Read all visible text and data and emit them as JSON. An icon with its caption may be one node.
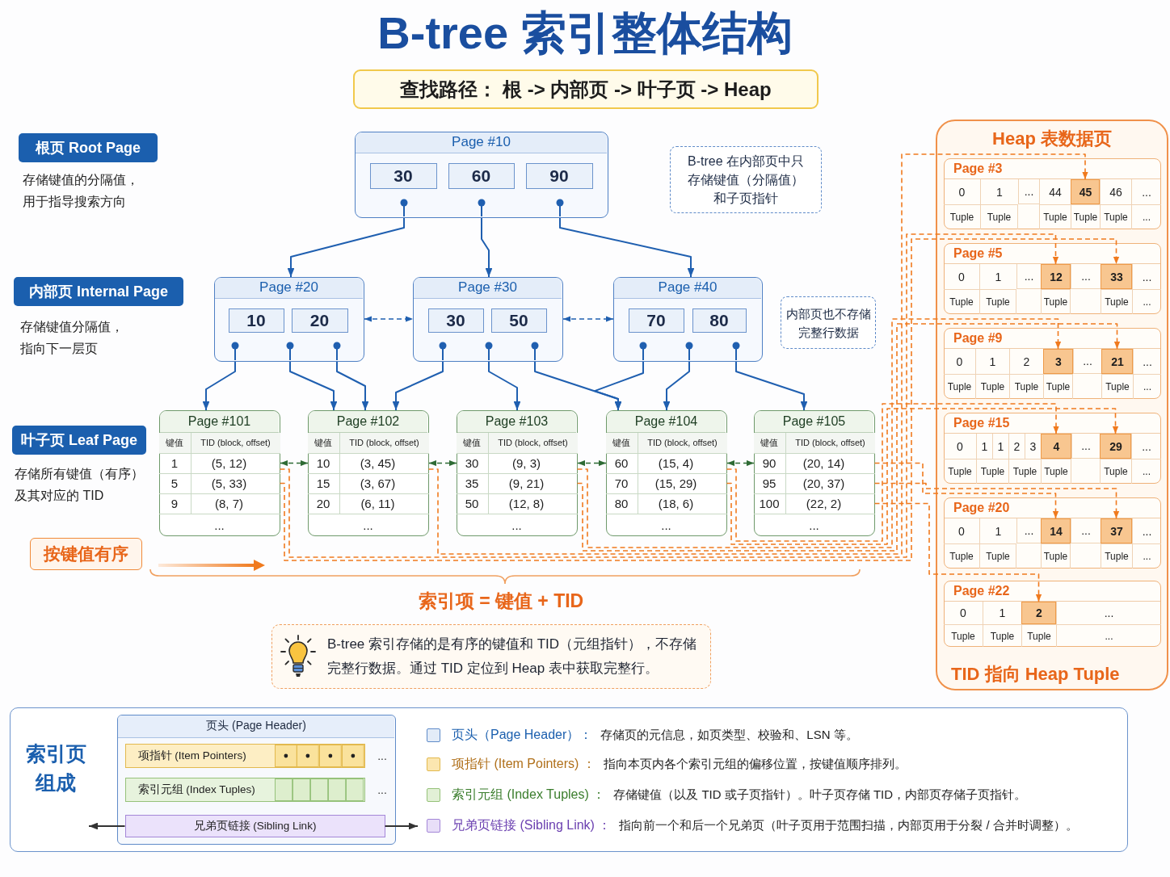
{
  "diagram": {
    "title": "B-tree 索引整体结构",
    "nodes": [
      {
        "text": [
          "查找路径： 根 -> 内部页 -> 叶子页 -> Heap"
        ]
      },
      {
        "text": [
          "根页 Root Page"
        ],
        "beside": [
          "存储键值的分隔值，用于指导搜索方向"
        ]
      },
      {
        "text": [
          "Page #10"
        ]
      },
      {
        "text": [
          "30"
        ],
        "in": 2
      },
      {
        "text": [
          "60"
        ],
        "in": 2
      },
      {
        "text": [
          "90"
        ],
        "in": 2
      },
      {
        "text": [
          "B-tree 在内部页中只存储键值（分隔值）和子页指针"
        ]
      },
      {
        "text": [
          "内部页 Internal Page"
        ],
        "beside": [
          "存储键值分隔值，指向下一层页"
        ]
      },
      {
        "text": [
          "Page #20"
        ]
      },
      {
        "text": [
          "10"
        ],
        "in": 8
      },
      {
        "text": [
          "20"
        ],
        "in": 8
      },
      {
        "text": [
          "Page #30"
        ]
      },
      {
        "text": [
          "30"
        ],
        "in": 11
      },
      {
        "text": [
          "50"
        ],
        "in": 11
      },
      {
        "text": [
          "Page #40"
        ]
      },
      {
        "text": [
          "70"
        ],
        "in": 14
      },
      {
        "text": [
          "80"
        ],
        "in": 14
      },
      {
        "text": [
          "内部页也不存储完整行数据"
        ]
      },
      {
        "text": [
          "叶子页 Leaf Page"
        ],
        "beside": [
          "存储所有键值（有序）及其对应的 TID"
        ]
      },
      {
        "text": [
          "Page #101"
        ]
      },
      {
        "text": [
          "键值"
        ],
        "in": 19
      },
      {
        "text": [
          "TID (block, offset)"
        ],
        "in": 19
      },
      {
        "text": [
          "1"
        ],
        "in": 19
      },
      {
        "text": [
          "(5, 12)"
        ],
        "in": 19
      },
      {
        "text": [
          "5"
        ],
        "in": 19
      },
      {
        "text": [
          "(5, 33)"
        ],
        "in": 19
      },
      {
        "text": [
          "9"
        ],
        "in": 19
      },
      {
        "text": [
          "(8, 7)"
        ],
        "in": 19
      },
      {
        "text": [
          "..."
        ],
        "in": 19
      },
      {
        "text": [
          "Page #102"
        ]
      },
      {
        "text": [
          "键值"
        ],
        "in": 29
      },
      {
        "text": [
          "TID (block, offset)"
        ],
        "in": 29
      },
      {
        "text": [
          "10"
        ],
        "in": 29
      },
      {
        "text": [
          "(3, 45)"
        ],
        "in": 29
      },
      {
        "text": [
          "15"
        ],
        "in": 29
      },
      {
        "text": [
          "(3, 67)"
        ],
        "in": 29
      },
      {
        "text": [
          "20"
        ],
        "in": 29
      },
      {
        "text": [
          "(6, 11)"
        ],
        "in": 29
      },
      {
        "text": [
          "..."
        ],
        "in": 29
      },
      {
        "text": [
          "Page #103"
        ]
      },
      {
        "text": [
          "键值"
        ],
        "in": 39
      },
      {
        "text": [
          "TID (block, offset)"
        ],
        "in": 39
      },
      {
        "text": [
          "30"
        ],
        "in": 39
      },
      {
        "text": [
          "(9, 3)"
        ],
        "in": 39
      },
      {
        "text": [
          "35"
        ],
        "in": 39
      },
      {
        "text": [
          "(9, 21)"
        ],
        "in": 39
      },
      {
        "text": [
          "50"
        ],
        "in": 39
      },
      {
        "text": [
          "(12, 8)"
        ],
        "in": 39
      },
      {
        "text": [
          "..."
        ],
        "in": 39
      },
      {
        "text": [
          "Page #104"
        ]
      },
      {
        "text": [
          "键值"
        ],
        "in": 49
      },
      {
        "text": [
          "TID (block, offset)"
        ],
        "in": 49
      },
      {
        "text": [
          "60"
        ],
        "in": 49
      },
      {
        "text": [
          "(15, 4)"
        ],
        "in": 49
      },
      {
        "text": [
          "70"
        ],
        "in": 49
      },
      {
        "text": [
          "(15, 29)"
        ],
        "in": 49
      },
      {
        "text": [
          "80"
        ],
        "in": 49
      },
      {
        "text": [
          "(18, 6)"
        ],
        "in": 49
      },
      {
        "text": [
          "..."
        ],
        "in": 49
      },
      {
        "text": [
          "Page #105"
        ]
      },
      {
        "text": [
          "键值"
        ],
        "in": 59
      },
      {
        "text": [
          "TID (block, offset)"
        ],
        "in": 59
      },
      {
        "text": [
          "90"
        ],
        "in": 59
      },
      {
        "text": [
          "(20, 14)"
        ],
        "in": 59
      },
      {
        "text": [
          "95"
        ],
        "in": 59
      },
      {
        "text": [
          "(20, 37)"
        ],
        "in": 59
      },
      {
        "text": [
          "100"
        ],
        "in": 59
      },
      {
        "text": [
          "(22, 2)"
        ],
        "in": 59
      },
      {
        "text": [
          "..."
        ],
        "in": 59
      },
      {
        "text": [
          "按键值有序"
        ]
      },
      {
        "text": [
          "B-tree 索引存储的是有序的键值和 TID（元组指针），不存储完整行数据。通过 TID 定位到 Heap 表中获取完整行。"
        ]
      },
      {
        "text": [
          "Heap 表数据页",
          "TID 指向 Heap Tuple"
        ]
      },
      {
        "text": [
          "Page #3"
        ],
        "in": 71
      },
      {
        "text": [
          "0"
        ],
        "in": 72
      },
      {
        "text": [
          "1"
        ],
        "in": 72
      },
      {
        "text": [
          "..."
        ],
        "in": 72
      },
      {
        "text": [
          "44"
        ],
        "in": 72
      },
      {
        "text": [
          "45"
        ],
        "in": 72
      },
      {
        "text": [
          "46"
        ],
        "in": 72
      },
      {
        "text": [
          "..."
        ],
        "in": 72
      },
      {
        "text": [
          "Tuple"
        ],
        "in": 72
      },
      {
        "text": [
          "Tuple"
        ],
        "in": 72
      },
      {
        "text": [
          "Tuple"
        ],
        "in": 72
      },
      {
        "text": [
          "Tuple"
        ],
        "in": 72
      },
      {
        "text": [
          "Tuple"
        ],
        "in": 72
      },
      {
        "text": [
          "..."
        ],
        "in": 72
      },
      {
        "text": [
          "Page #5"
        ],
        "in": 71
      },
      {
        "text": [
          "0"
        ],
        "in": 86
      },
      {
        "text": [
          "1"
        ],
        "in": 86
      },
      {
        "text": [
          "..."
        ],
        "in": 86
      },
      {
        "text": [
          "12"
        ],
        "in": 86
      },
      {
        "text": [
          "..."
        ],
        "in": 86
      },
      {
        "text": [
          "33"
        ],
        "in": 86
      },
      {
        "text": [
          "..."
        ],
        "in": 86
      },
      {
        "text": [
          "Tuple"
        ],
        "in": 86
      },
      {
        "text": [
          "Tuple"
        ],
        "in": 86
      },
      {
        "text": [
          "Tuple"
        ],
        "in": 86
      },
      {
        "text": [
          "Tuple"
        ],
        "in": 86
      },
      {
        "text": [
          "..."
        ],
        "in": 86
      },
      {
        "text": [
          "Page #9"
        ],
        "in": 71
      },
      {
        "text": [
          "0"
        ],
        "in": 99
      },
      {
        "text": [
          "1"
        ],
        "in": 99
      },
      {
        "text": [
          "2"
        ],
        "in": 99
      },
      {
        "text": [
          "3"
        ],
        "in": 99
      },
      {
        "text": [
          "..."
        ],
        "in": 99
      },
      {
        "text": [
          "21"
        ],
        "in": 99
      },
      {
        "text": [
          "..."
        ],
        "in": 99
      },
      {
        "text": [
          "Tuple"
        ],
        "in": 99
      },
      {
        "text": [
          "Tuple"
        ],
        "in": 99
      },
      {
        "text": [
          "Tuple"
        ],
        "in": 99
      },
      {
        "text": [
          "Tuple"
        ],
        "in": 99
      },
      {
        "text": [
          "Tuple"
        ],
        "in": 99
      },
      {
        "text": [
          "..."
        ],
        "in": 99
      },
      {
        "text": [
          "Page #15"
        ],
        "in": 71
      },
      {
        "text": [
          "0"
        ],
        "in": 113
      },
      {
        "text": [
          "1"
        ],
        "in": 113
      },
      {
        "text": [
          "1"
        ],
        "in": 113
      },
      {
        "text": [
          "2"
        ],
        "in": 113
      },
      {
        "text": [
          "3"
        ],
        "in": 113
      },
      {
        "text": [
          "4"
        ],
        "in": 113
      },
      {
        "text": [
          "..."
        ],
        "in": 113
      },
      {
        "text": [
          "29"
        ],
        "in": 113
      },
      {
        "text": [
          "..."
        ],
        "in": 113
      },
      {
        "text": [
          "Tuple"
        ],
        "in": 113
      },
      {
        "text": [
          "Tuple"
        ],
        "in": 113
      },
      {
        "text": [
          "Tuple"
        ],
        "in": 113
      },
      {
        "text": [
          "Tuple"
        ],
        "in": 113
      },
      {
        "text": [
          "Tuple"
        ],
        "in": 113
      },
      {
        "text": [
          "..."
        ],
        "in": 113
      },
      {
        "text": [
          "Page #20"
        ],
        "in": 71
      },
      {
        "text": [
          "0"
        ],
        "in": 129
      },
      {
        "text": [
          "1"
        ],
        "in": 129
      },
      {
        "text": [
          "..."
        ],
        "in": 129
      },
      {
        "text": [
          "14"
        ],
        "in": 129
      },
      {
        "text": [
          "..."
        ],
        "in": 129
      },
      {
        "text": [
          "37"
        ],
        "in": 129
      },
      {
        "text": [
          "..."
        ],
        "in": 129
      },
      {
        "text": [
          "Tuple"
        ],
        "in": 129
      },
      {
        "text": [
          "Tuple"
        ],
        "in": 129
      },
      {
        "text": [
          "Tuple"
        ],
        "in": 129
      },
      {
        "text": [
          "Tuple"
        ],
        "in": 129
      },
      {
        "text": [
          "..."
        ],
        "in": 129
      },
      {
        "text": [
          "Page #22"
        ],
        "in": 71
      },
      {
        "text": [
          "0"
        ],
        "in": 142
      },
      {
        "text": [
          "1"
        ],
        "in": 142
      },
      {
        "text": [
          "2"
        ],
        "in": 142
      },
      {
        "text": [
          "..."
        ],
        "in": 142
      },
      {
        "text": [
          "Tuple"
        ],
        "in": 142
      },
      {
        "text": [
          "Tuple"
        ],
        "in": 142
      },
      {
        "text": [
          "Tuple"
        ],
        "in": 142
      },
      {
        "text": [
          "..."
        ],
        "in": 142
      },
      {
        "text": [
          "页头 (Page Header)"
        ]
      },
      {
        "text": [
          "项指针 (Item Pointers)"
        ],
        "in": 151,
        "beside": [
          "..."
        ]
      },
      {
        "text": [
          "索引元组 (Index Tuples)"
        ],
        "in": 151,
        "beside": [
          "..."
        ]
      },
      {
        "text": [
          "兄弟页链接 (Sibling Link)"
        ],
        "in": 151
      }
    ],
    "edges": [
      {
        "from": 2,
        "to": 8,
        "arrow": "to"
      },
      {
        "from": 2,
        "to": 11,
        "arrow": "to"
      },
      {
        "from": 2,
        "to": 14,
        "arrow": "to"
      },
      {
        "from": 8,
        "to": 19,
        "arrow": "to"
      },
      {
        "from": 8,
        "to": 29,
        "arrow": "to"
      },
      {
        "from": 8,
        "to": 29,
        "arrow": "to"
      },
      {
        "from": 11,
        "to": 29,
        "arrow": "to"
      },
      {
        "from": 11,
        "to": 39,
        "arrow": "to"
      },
      {
        "from": 11,
        "to": 49,
        "arrow": "to"
      },
      {
        "from": 14,
        "to": 49,
        "arrow": "to"
      },
      {
        "from": 14,
        "to": 49,
        "arrow": "to"
      },
      {
        "from": 14,
        "to": 59,
        "arrow": "to"
      },
      {
        "from": 8,
        "to": 11,
        "arrow": "both",
        "style": "dashed"
      },
      {
        "from": 11,
        "to": 14,
        "arrow": "both",
        "style": "dashed"
      },
      {
        "from": 19,
        "to": 29,
        "arrow": "both",
        "style": "dashed",
        "color": "#2e6b34"
      },
      {
        "from": 29,
        "to": 39,
        "arrow": "both",
        "style": "dashed",
        "color": "#2e6b34"
      },
      {
        "from": 39,
        "to": 49,
        "arrow": "both",
        "style": "dashed",
        "color": "#2e6b34"
      },
      {
        "from": 49,
        "to": 59,
        "arrow": "both",
        "style": "dashed",
        "color": "#2e6b34"
      },
      {
        "from": 23,
        "to": 90,
        "arrow": "to",
        "style": "dashed",
        "color": "#f07a1e"
      },
      {
        "from": 25,
        "to": 92,
        "arrow": "to",
        "style": "dashed",
        "color": "#f07a1e"
      },
      {
        "from": 33,
        "to": 77,
        "arrow": "to",
        "style": "dashed",
        "color": "#f07a1e"
      },
      {
        "from": 43,
        "to": 103,
        "arrow": "to",
        "style": "dashed",
        "color": "#f07a1e"
      },
      {
        "from": 45,
        "to": 105,
        "arrow": "to",
        "style": "dashed",
        "color": "#f07a1e"
      },
      {
        "from": 53,
        "to": 119,
        "arrow": "to",
        "style": "dashed",
        "color": "#f07a1e"
      },
      {
        "from": 55,
        "to": 121,
        "arrow": "to",
        "style": "dashed",
        "color": "#f07a1e"
      },
      {
        "from": 63,
        "to": 133,
        "arrow": "to",
        "style": "dashed",
        "color": "#f07a1e"
      },
      {
        "from": 65,
        "to": 135,
        "arrow": "to",
        "style": "dashed",
        "color": "#f07a1e"
      },
      {
        "from": 67,
        "to": 145,
        "arrow": "to",
        "style": "dashed",
        "color": "#f07a1e"
      },
      {
        "from": 154,
        "to": null,
        "arrow": "to",
        "color": "#333333"
      },
      {
        "from": 154,
        "to": null,
        "arrow": "to",
        "color": "#333333"
      }
    ],
    "labels": [
      "索引项 = 键值 + TID",
      "索引页组成",
      "存储页的元信息，如页类型、校验和、LSN 等。",
      "指向本页内各个索引元组的偏移位置，按键值顺序排列。",
      "存储键值（以及 TID 或子页指针）。叶子页存储 TID，内部页存储子页指针。",
      "指向前一个和后一个兄弟页（叶子页用于范围扫描，内部页用于分裂 / 合并时调整）。"
    ],
    "legend": [
      {
        "text": "页头（Page Header）：",
        "color": "#e3ecf8"
      },
      {
        "text": "项指针 (Item Pointers) ：",
        "color": "#fbe6b0"
      },
      {
        "text": "索引元组 (Index Tuples) ：",
        "color": "#e2f0d6"
      },
      {
        "text": "兄弟页链接 (Sibling Link) ：",
        "color": "#e8def8"
      }
    ]
  }
}
